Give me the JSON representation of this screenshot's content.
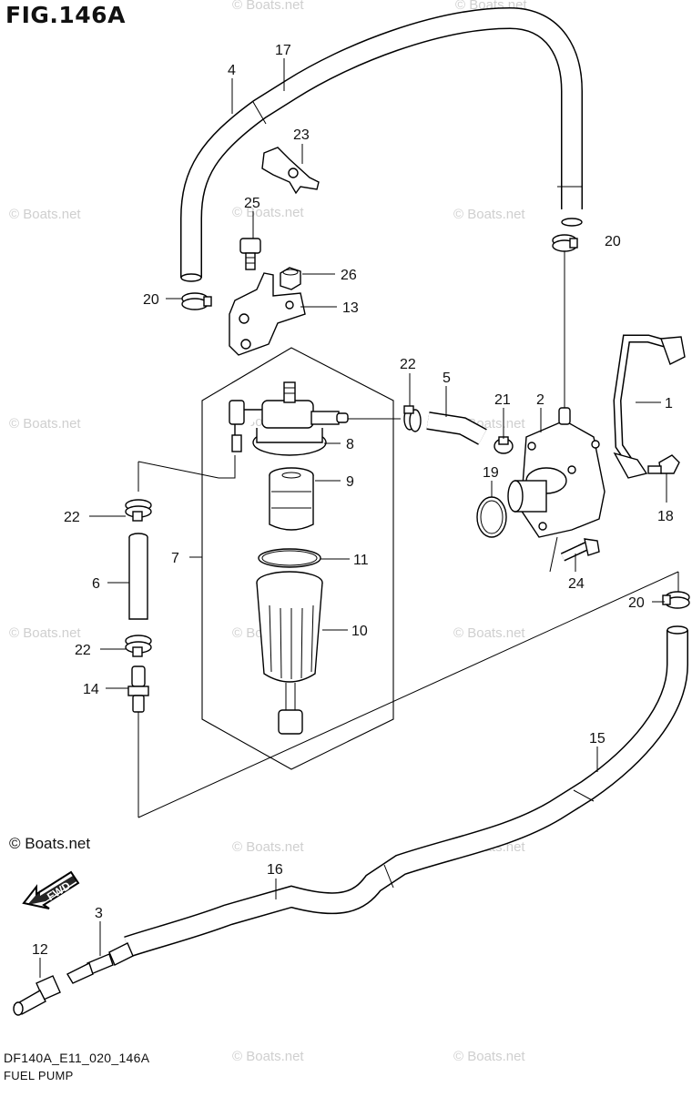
{
  "figure": {
    "title": "FIG.146A",
    "code": "DF140A_E11_020_146A",
    "subtitle": "FUEL PUMP",
    "brand": "© Boats.net",
    "watermark": "© Boats.net",
    "fwd_label": "FWD"
  },
  "callouts": [
    {
      "id": "c17",
      "text": "17"
    },
    {
      "id": "c4",
      "text": "4"
    },
    {
      "id": "c23",
      "text": "23"
    },
    {
      "id": "c25",
      "text": "25"
    },
    {
      "id": "c20a",
      "text": "20"
    },
    {
      "id": "c20b",
      "text": "20"
    },
    {
      "id": "c26",
      "text": "26"
    },
    {
      "id": "c13",
      "text": "13"
    },
    {
      "id": "c22a",
      "text": "22"
    },
    {
      "id": "c5",
      "text": "5"
    },
    {
      "id": "c21",
      "text": "21"
    },
    {
      "id": "c2",
      "text": "2"
    },
    {
      "id": "c1",
      "text": "1"
    },
    {
      "id": "c8",
      "text": "8"
    },
    {
      "id": "c9",
      "text": "9"
    },
    {
      "id": "c19",
      "text": "19"
    },
    {
      "id": "c18",
      "text": "18"
    },
    {
      "id": "c22b",
      "text": "22"
    },
    {
      "id": "c7",
      "text": "7"
    },
    {
      "id": "c11",
      "text": "11"
    },
    {
      "id": "c24",
      "text": "24"
    },
    {
      "id": "c6",
      "text": "6"
    },
    {
      "id": "c20c",
      "text": "20"
    },
    {
      "id": "c10",
      "text": "10"
    },
    {
      "id": "c22c",
      "text": "22"
    },
    {
      "id": "c14",
      "text": "14"
    },
    {
      "id": "c15",
      "text": "15"
    },
    {
      "id": "c16",
      "text": "16"
    },
    {
      "id": "c3",
      "text": "3"
    },
    {
      "id": "c12",
      "text": "12"
    }
  ]
}
